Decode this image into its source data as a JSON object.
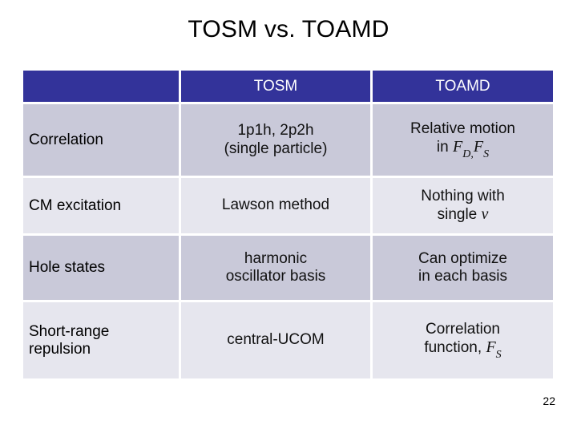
{
  "slide": {
    "title": "TOSM vs. TOAMD",
    "page_number": "22",
    "colors": {
      "header_background": "#33339a",
      "header_text": "#ffffff",
      "row_shade_dark": "#c9c9d9",
      "row_shade_light": "#e6e6ee",
      "slide_background": "#ffffff",
      "body_text": "#000000"
    }
  },
  "table": {
    "columns": [
      {
        "key": "criterion",
        "header": ""
      },
      {
        "key": "tosm",
        "header": "TOSM"
      },
      {
        "key": "toamd",
        "header": "TOAMD"
      }
    ],
    "rows": [
      {
        "criterion": "Correlation",
        "tosm_line1": "1p1h, 2p2h",
        "tosm_line2": "(single particle)",
        "toamd_line1": "Relative motion",
        "toamd_line2_prefix": "in ",
        "toamd_var1": "F",
        "toamd_sub1": "D,",
        "toamd_var2": "F",
        "toamd_sub2": "S"
      },
      {
        "criterion": "CM excitation",
        "tosm_line1": "Lawson method",
        "tosm_line2": "",
        "toamd_line1": "Nothing with",
        "toamd_line2_prefix": "single ",
        "toamd_symbol": "ν"
      },
      {
        "criterion": "Hole states",
        "tosm_line1": "harmonic",
        "tosm_line2": "oscillator basis",
        "toamd_line1": "Can optimize",
        "toamd_line2": "in each basis"
      },
      {
        "criterion_line1": "Short-range",
        "criterion_line2": "repulsion",
        "tosm_line1": "central-UCOM",
        "tosm_line2": "",
        "toamd_line1": "Correlation",
        "toamd_line2_prefix": "function, ",
        "toamd_var1": "F",
        "toamd_sub1": "S"
      }
    ]
  }
}
